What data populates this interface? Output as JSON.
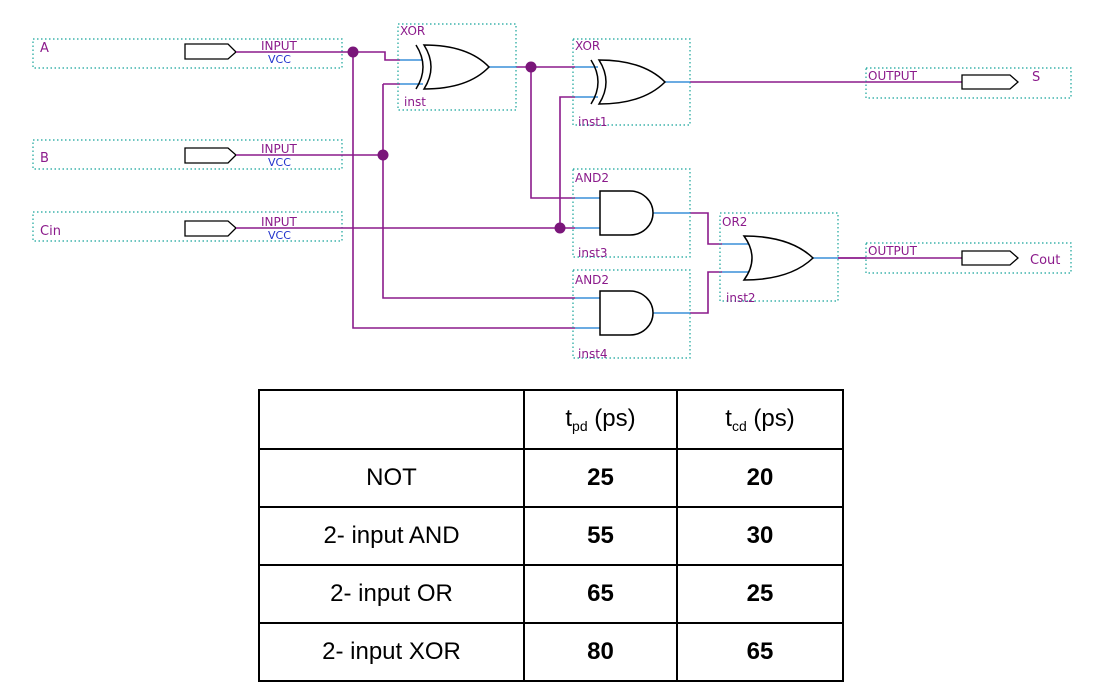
{
  "schematic": {
    "inputs": [
      {
        "name": "A",
        "type": "INPUT",
        "default": "VCC"
      },
      {
        "name": "B",
        "type": "INPUT",
        "default": "VCC"
      },
      {
        "name": "Cin",
        "type": "INPUT",
        "default": "VCC"
      }
    ],
    "outputs": [
      {
        "name": "S",
        "type": "OUTPUT"
      },
      {
        "name": "Cout",
        "type": "OUTPUT"
      }
    ],
    "gates": [
      {
        "type": "XOR",
        "instance": "inst"
      },
      {
        "type": "XOR",
        "instance": "inst1"
      },
      {
        "type": "AND2",
        "instance": "inst3"
      },
      {
        "type": "AND2",
        "instance": "inst4"
      },
      {
        "type": "OR2",
        "instance": "inst2"
      }
    ],
    "colors": {
      "wire": "#8b1a8b",
      "gate_input": "#3a8fd8",
      "block_border": "#16a39a",
      "label": "#8b1a8b",
      "default_value": "#2233cc"
    }
  },
  "table": {
    "headers": [
      {
        "main": "",
        "sub": "",
        "suffix": ""
      },
      {
        "main": "t",
        "sub": "pd",
        "suffix": " (ps)"
      },
      {
        "main": "t",
        "sub": "cd",
        "suffix": " (ps)"
      }
    ],
    "rows": [
      {
        "gate": "NOT",
        "tpd": "25",
        "tcd": "20"
      },
      {
        "gate": "2- input  AND",
        "tpd": "55",
        "tcd": "30"
      },
      {
        "gate": "2- input  OR",
        "tpd": "65",
        "tcd": "25"
      },
      {
        "gate": "2- input XOR",
        "tpd": "80",
        "tcd": "65"
      }
    ]
  }
}
